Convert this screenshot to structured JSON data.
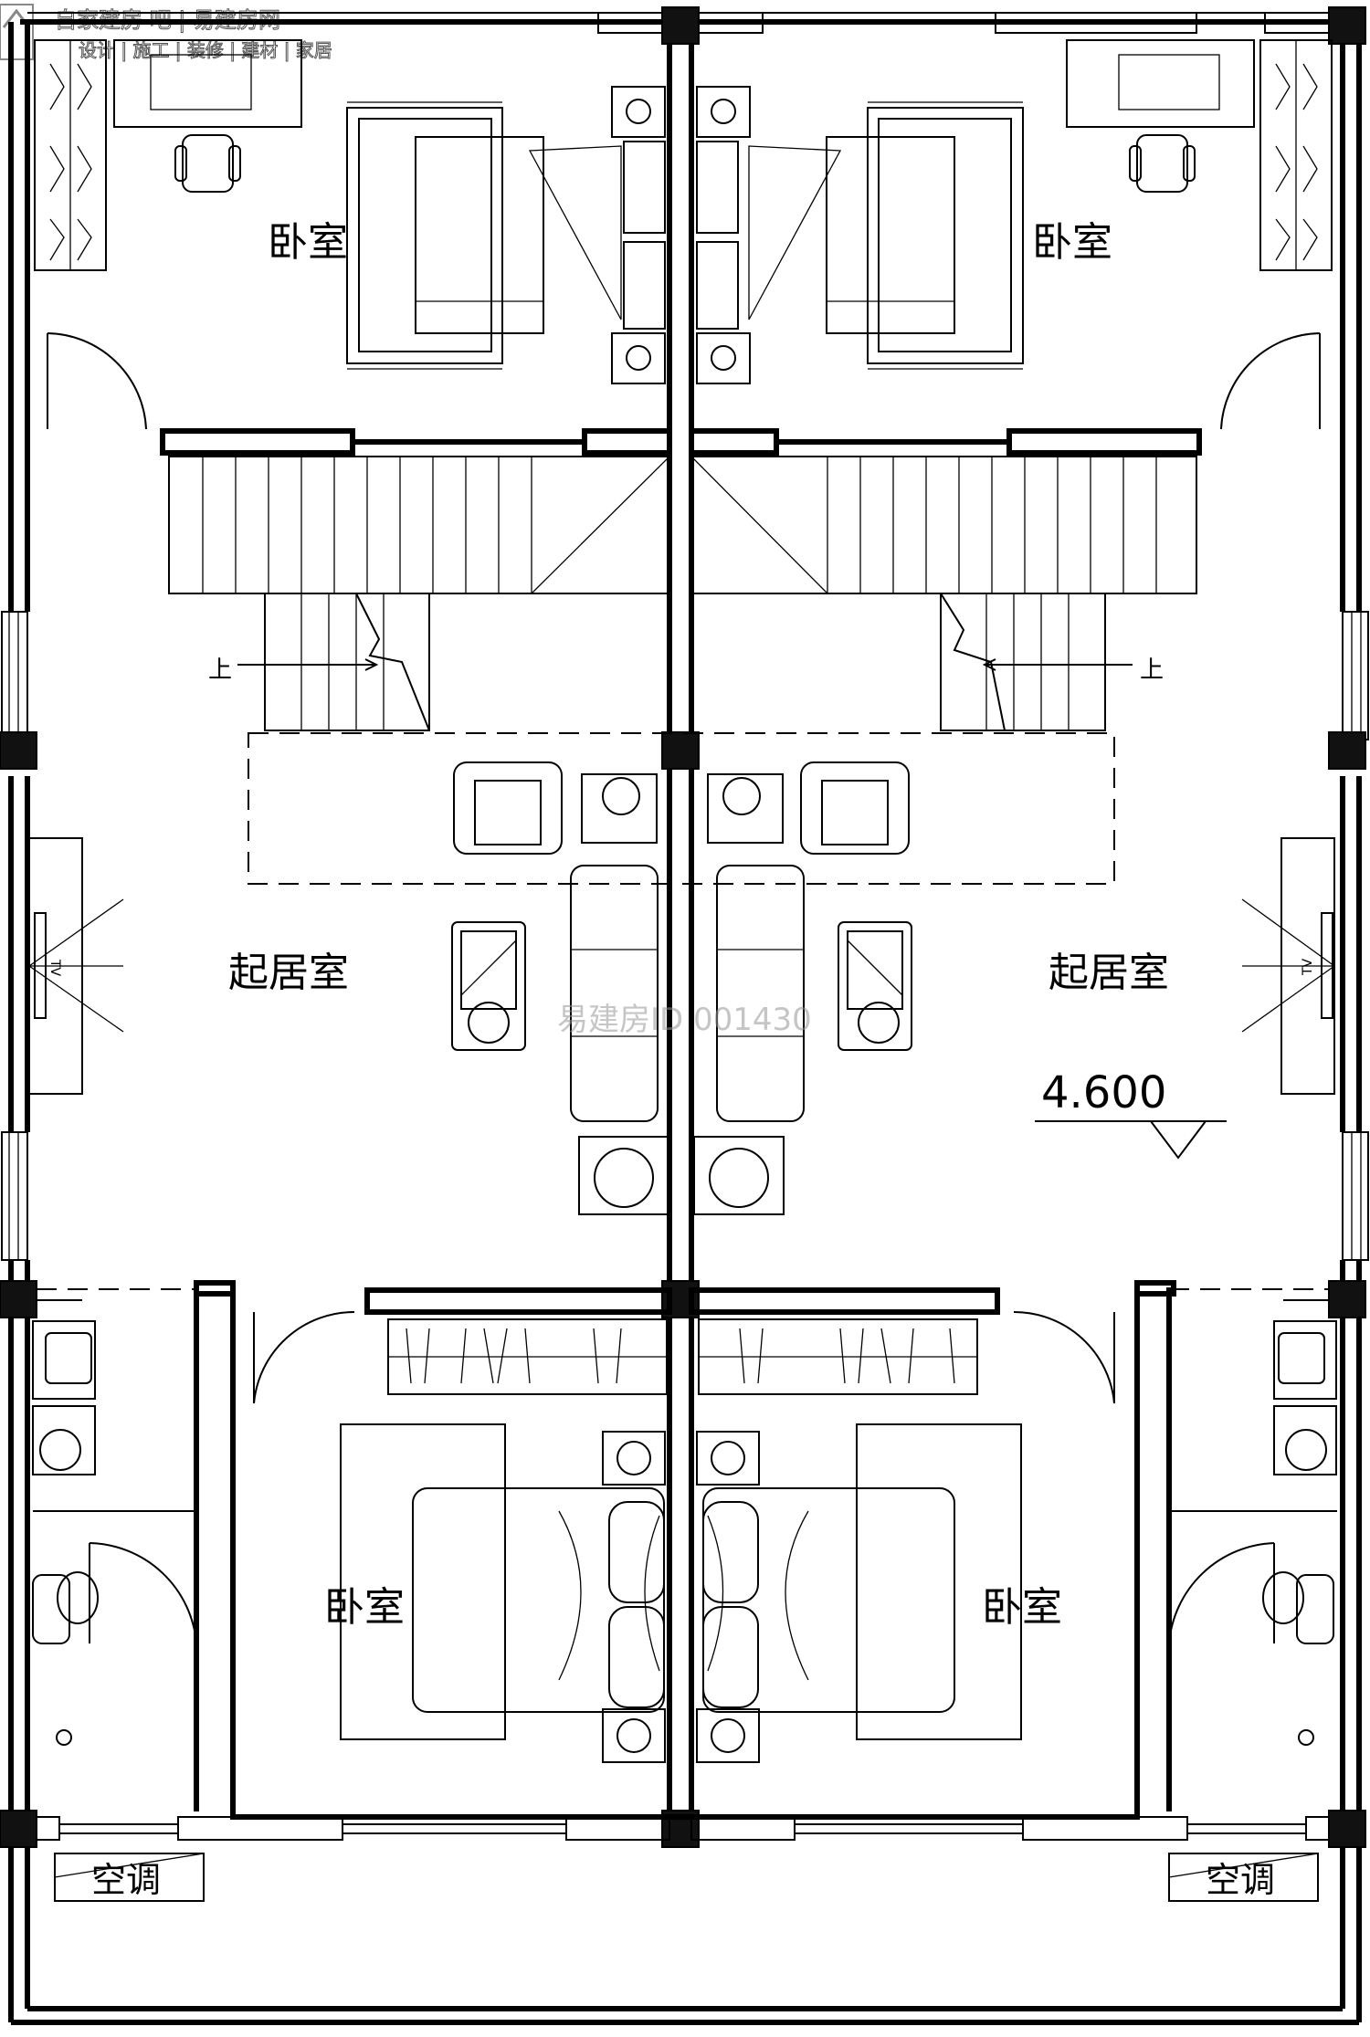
{
  "logo": {
    "title": "自家建房 吧 | 易建房网",
    "subtitle": "设计 | 施工 | 装修 | 建材 | 家居"
  },
  "rooms": {
    "bedroom_top_left": "卧室",
    "bedroom_top_right": "卧室",
    "living_left": "起居室",
    "living_right": "起居室",
    "bedroom_bottom_left": "卧室",
    "bedroom_bottom_right": "卧室",
    "ac_left": "空调",
    "ac_right": "空调"
  },
  "stairs": {
    "up_left": "上",
    "up_right": "上"
  },
  "tv": {
    "left": "TV",
    "right": "TV"
  },
  "elevation": "4.600",
  "watermark": "易建房ID 001430"
}
